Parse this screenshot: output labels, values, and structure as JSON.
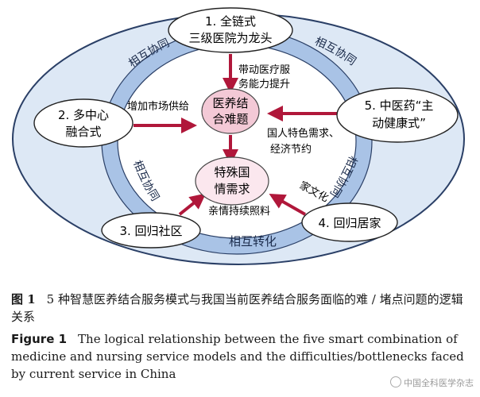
{
  "diagram": {
    "models": {
      "m1_line1": "1. 全链式",
      "m1_line2": "三级医院为龙头",
      "m2_line1": "2. 多中心",
      "m2_line2": "融合式",
      "m3": "3. 回归社区",
      "m4": "4. 回归居家",
      "m5_line1": "5. 中医药“主",
      "m5_line2": "动健康式”"
    },
    "center": {
      "problem_line1": "医养结",
      "problem_line2": "合难题",
      "demand_line1": "特殊国",
      "demand_line2": "情需求"
    },
    "ring_labels": {
      "top_left": "相互协同",
      "top_right": "相互协同",
      "left": "相互协同",
      "right": "相互协同",
      "bottom": "相互转化"
    },
    "arrow_labels": {
      "top_line1": "带动医疗服",
      "top_line2": "务能力提升",
      "left": "增加市场供给",
      "right_line1": "国人特色需求、",
      "right_line2": "经济节约",
      "bottom_left": "亲情持续照料",
      "bottom_right": "家文化"
    },
    "colors": {
      "outer_fill": "#dde8f5",
      "ring_fill": "#a9c3e6",
      "arrow": "#b0173a",
      "problem_fill": "#f3c9d6",
      "demand_fill": "#fbe7ee"
    }
  },
  "caption": {
    "zh_label": "图 1",
    "zh_text": "5 种智慧医养结合服务模式与我国当前医养结合服务面临的难 / 堵点问题的逻辑关系",
    "en_label": "Figure 1",
    "en_text": "The logical relationship between the five smart combination of medicine and nursing service models and the difficulties/bottlenecks faced by current service in China"
  },
  "watermark": "中国全科医学杂志"
}
